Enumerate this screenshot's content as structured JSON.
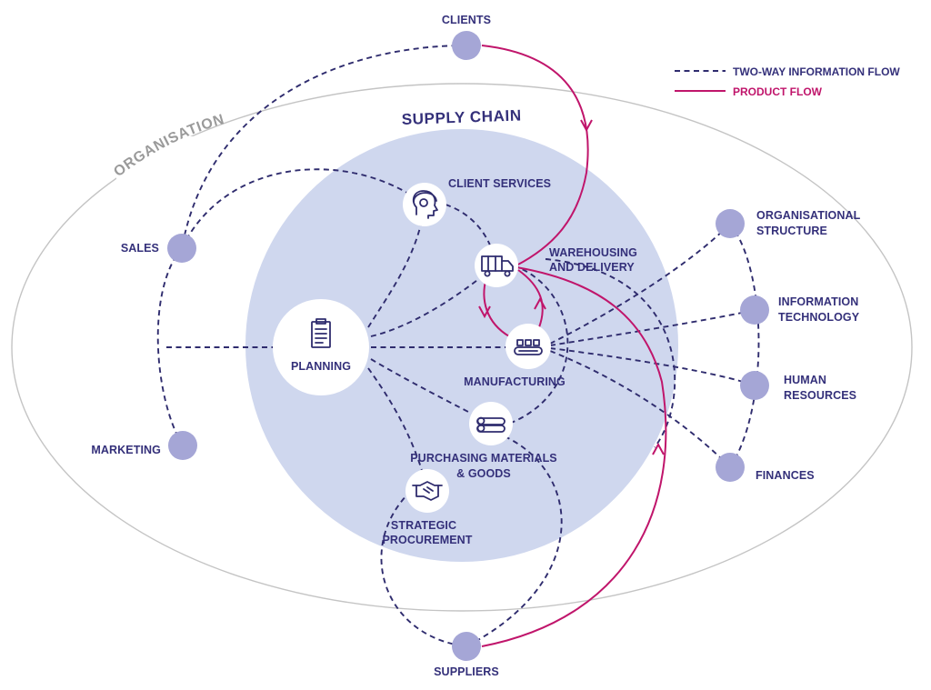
{
  "colors": {
    "information_flow": "#2f2c6e",
    "product_flow": "#c0156b",
    "supply_chain_fill": "#cfd7ee",
    "external_node": "#a5a6d6",
    "organisation_outline": "#c4c4c4",
    "label_text": "#34307a"
  },
  "legend": {
    "information_flow_label": "TWO-WAY INFORMATION FLOW",
    "product_flow_label": "PRODUCT FLOW"
  },
  "regions": {
    "organisation": "ORGANISATION",
    "supply_chain": "SUPPLY CHAIN"
  },
  "nodes": {
    "clients": "CLIENTS",
    "suppliers": "SUPPLIERS",
    "sales": "SALES",
    "marketing": "MARKETING",
    "client_services": "CLIENT SERVICES",
    "warehousing": [
      "WAREHOUSING",
      "AND DELIVERY"
    ],
    "planning": "PLANNING",
    "manufacturing": "MANUFACTURING",
    "purchasing": [
      "PURCHASING MATERIALS",
      "& GOODS"
    ],
    "strategic_procurement": [
      "STRATEGIC",
      "PROCUREMENT"
    ],
    "organisational_structure": [
      "ORGANISATIONAL",
      "STRUCTURE"
    ],
    "information_technology": [
      "INFORMATION",
      "TECHNOLOGY"
    ],
    "human_resources": [
      "HUMAN",
      "RESOURCES"
    ],
    "finances": "FINANCES"
  },
  "icons": {
    "client_services": "headset-person-icon",
    "warehousing": "delivery-truck-icon",
    "planning": "clipboard-icon",
    "manufacturing": "conveyor-belt-icon",
    "purchasing": "stacked-pipes-icon",
    "strategic_procurement": "handshake-icon"
  }
}
